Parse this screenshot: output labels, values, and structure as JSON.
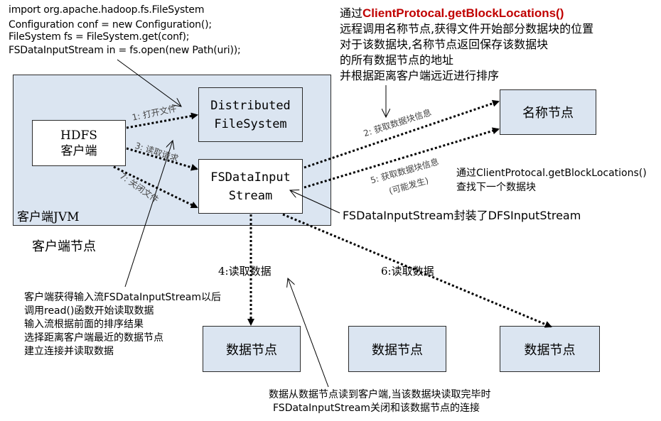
{
  "code_snippet": {
    "lines": [
      "import org.apache.hadoop.fs.FileSystem",
      "Configuration conf = new Configuration();",
      "FileSystem fs = FileSystem.get(conf);",
      "FSDataInputStream  in = fs.open(new  Path(uri));"
    ]
  },
  "client_jvm": {
    "label": "客户端JVM",
    "node_label": "客户端节点",
    "hdfs_client": {
      "line1": "HDFS",
      "line2": "客户端"
    },
    "distributed_fs": {
      "line1": "Distributed",
      "line2": "FileSystem"
    },
    "fs_input_stream": {
      "line1": "FSDataInput",
      "line2": "Stream"
    }
  },
  "namenode": {
    "label": "名称节点"
  },
  "datanodes": [
    {
      "label": "数据节点"
    },
    {
      "label": "数据节点"
    },
    {
      "label": "数据节点"
    }
  ],
  "steps": {
    "open_file": "1: 打开文件",
    "get_block_info": "2: 获取数据块信息",
    "read_request": "3: 读取请求",
    "read_data_4": "4:读取数据",
    "get_block_info_5": "5: 获取数据块信息",
    "may_happen": "(可能发生)",
    "read_data_6": "6:读取数据",
    "close_file": "7: 关闭文件"
  },
  "notes": {
    "top_right": {
      "prefix": "通过",
      "method": "ClientProtocal.getBlockLocations()",
      "line2": "远程调用名称节点,获得文件开始部分数据块的位置",
      "line3": "对于该数据块,名称节点返回保存该数据块",
      "line4": "的所有数据节点的地址",
      "line5": "并根据距离客户端远近进行排序"
    },
    "right_middle": {
      "line1": "通过ClientProtocal.getBlockLocations()",
      "line2": "查找下一个数据块"
    },
    "wrapper": "FSDataInputStream封装了DFSInputStream",
    "left_bottom": [
      "客户端获得输入流FSDataInputStream以后",
      "调用read()函数开始读取数据",
      "输入流根据前面的排序结果",
      "选择距离客户端最近的数据节点",
      "建立连接并读取数据"
    ],
    "bottom": {
      "line1": "数据从数据节点读到客户端,当该数据块读取完毕时",
      "line2": "FSDataInputStream关闭和该数据节点的连接"
    }
  },
  "colors": {
    "box_fill": "#dbe5f1",
    "highlight_red": "#c00000"
  }
}
